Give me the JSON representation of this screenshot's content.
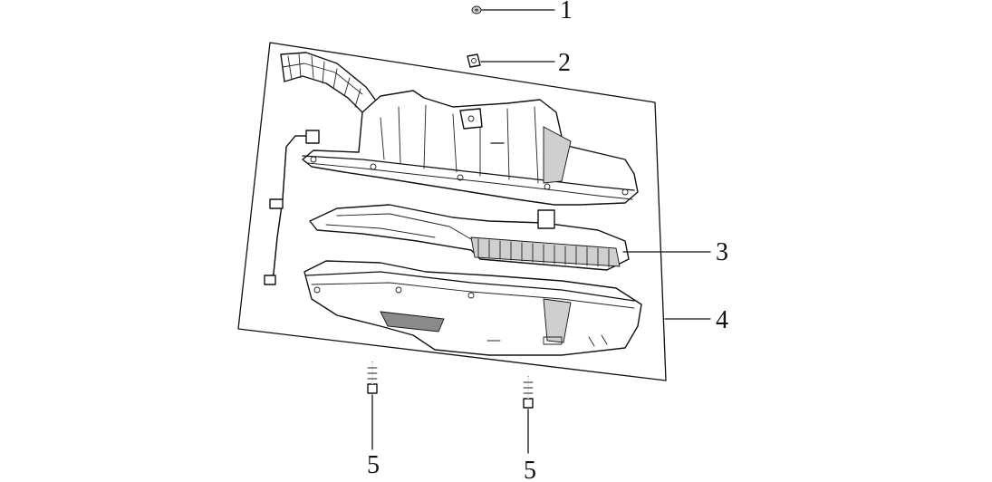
{
  "callouts": {
    "c1": "1",
    "c2": "2",
    "c3": "3",
    "c4": "4",
    "c5a": "5",
    "c5b": "5"
  },
  "colors": {
    "ink": "#111111",
    "background": "#ffffff",
    "shading": "#cfcfcf"
  }
}
